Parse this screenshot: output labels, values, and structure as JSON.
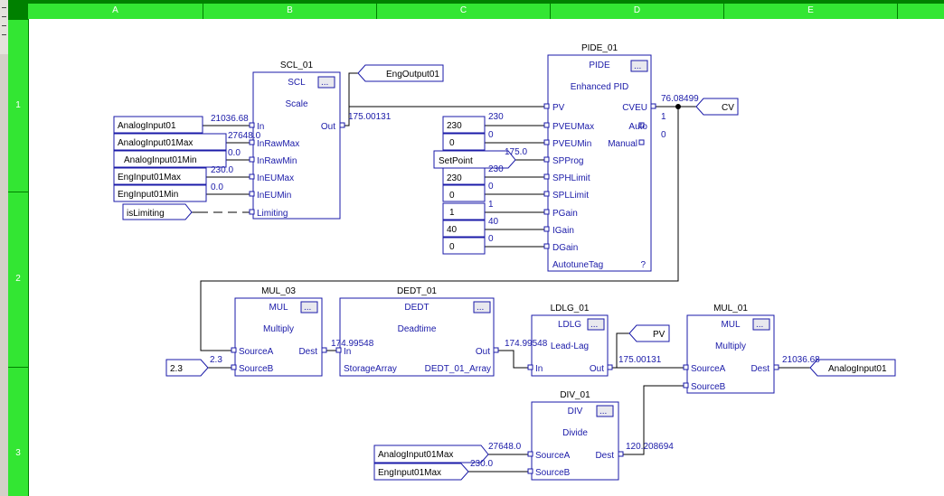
{
  "columns": [
    "A",
    "B",
    "C",
    "D",
    "E"
  ],
  "rows": [
    "1",
    "2",
    "3"
  ],
  "blocks": {
    "scl": {
      "tag": "SCL_01",
      "type": "SCL",
      "desc": "Scale",
      "pins": {
        "in": "In",
        "raw_max": "InRawMax",
        "raw_min": "InRawMin",
        "eu_max": "InEUMax",
        "eu_min": "InEUMin",
        "limiting": "Limiting",
        "out": "Out"
      },
      "values": {
        "in": "21036.68",
        "raw_max": "27648.0",
        "raw_min": "0.0",
        "eu_max": "230.0",
        "eu_min": "0.0",
        "out": "175.00131"
      }
    },
    "pide": {
      "tag": "PIDE_01",
      "type": "PIDE",
      "desc": "Enhanced PID",
      "pins": {
        "pv": "PV",
        "pveumax": "PVEUMax",
        "pveumin": "PVEUMin",
        "spprog": "SPProg",
        "sphlimit": "SPHLimit",
        "spllimit": "SPLLimit",
        "pgain": "PGain",
        "igain": "IGain",
        "dgain": "DGain",
        "autotune": "AutotuneTag",
        "autotune_q": "?",
        "cveu": "CVEU",
        "auto": "Auto",
        "manual": "Manual"
      },
      "values": {
        "pveumax": "230",
        "pveumin": "0",
        "spprog": "175.0",
        "sphlimit": "230",
        "spllimit": "0",
        "pgain": "1",
        "igain": "40",
        "dgain": "0",
        "cveu": "76.08499",
        "auto": "1",
        "manual": "0"
      }
    },
    "mul3": {
      "tag": "MUL_03",
      "type": "MUL",
      "desc": "Multiply",
      "pins": {
        "a": "SourceA",
        "b": "SourceB",
        "dest": "Dest"
      },
      "values": {
        "b": "2.3",
        "dest": "174.99548"
      }
    },
    "dedt": {
      "tag": "DEDT_01",
      "type": "DEDT",
      "desc": "Deadtime",
      "pins": {
        "in": "In",
        "out": "Out",
        "storage": "StorageArray",
        "storage_tag": "DEDT_01_Array"
      },
      "values": {
        "out": "174.99548"
      }
    },
    "ldlg": {
      "tag": "LDLG_01",
      "type": "LDLG",
      "desc": "Lead-Lag",
      "pins": {
        "in": "In",
        "out": "Out"
      },
      "values": {
        "out": "175.00131"
      }
    },
    "mul1": {
      "tag": "MUL_01",
      "type": "MUL",
      "desc": "Multiply",
      "pins": {
        "a": "SourceA",
        "b": "SourceB",
        "dest": "Dest"
      },
      "values": {
        "dest": "21036.68"
      }
    },
    "div": {
      "tag": "DIV_01",
      "type": "DIV",
      "desc": "Divide",
      "pins": {
        "a": "SourceA",
        "b": "SourceB",
        "dest": "Dest"
      },
      "values": {
        "a": "27648.0",
        "b": "230.0",
        "dest": "120.208694"
      }
    }
  },
  "tags": {
    "in_ai01": "AnalogInput01",
    "in_ai01max": "AnalogInput01Max",
    "in_ai01min": "AnalogInput01Min",
    "in_eng01max": "EngInput01Max",
    "in_eng01min": "EngInput01Min",
    "in_islimiting": "isLimiting",
    "out_engoutput01": "EngOutput01",
    "out_cv": "CV",
    "out_pv": "PV",
    "out_ai01": "AnalogInput01",
    "div_in_ai01max": "AnalogInput01Max",
    "div_in_eng01max": "EngInput01Max",
    "pide_in_230a": "230",
    "pide_in_0a": "0",
    "pide_in_setpoint": "SetPoint",
    "pide_in_230b": "230",
    "pide_in_0b": "0",
    "pide_in_1": "1",
    "pide_in_40": "40",
    "pide_in_0c": "0",
    "mul3_in_23": "2.3"
  }
}
